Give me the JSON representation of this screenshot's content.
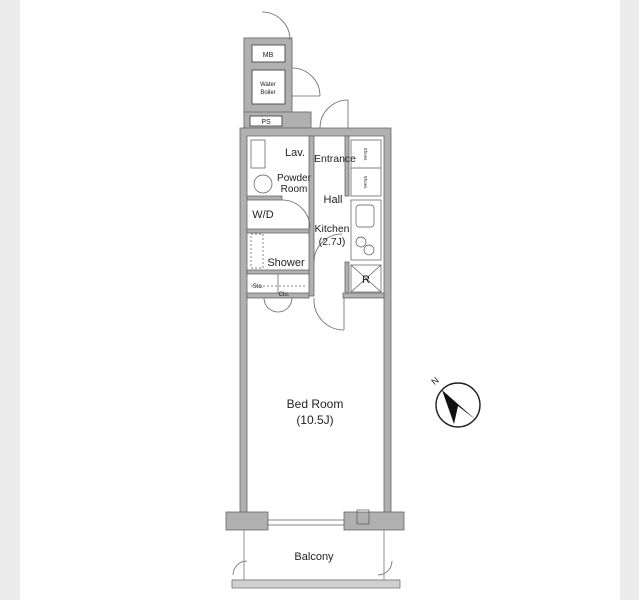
{
  "plan": {
    "rooms": {
      "mb": "MB",
      "water_boiler_1": "Water",
      "water_boiler_2": "Boiler",
      "ps": "PS",
      "lav": "Lav.",
      "powder_1": "Powder",
      "powder_2": "Room",
      "wd": "W/D",
      "shower": "Shower",
      "sto": "Sto.",
      "clo": "Clo.",
      "entrance": "Entrance",
      "hall": "Hall",
      "kitchen": "Kitchen",
      "kitchen_size": "(2.7J)",
      "shoes": "Shoes",
      "fridge": "R",
      "bedroom": "Bed Room",
      "bedroom_size": "(10.5J)",
      "balcony": "Balcony"
    },
    "compass": {
      "north_label": "N"
    },
    "colors": {
      "wall": "#a9a9a9",
      "line": "#555555",
      "text": "#222222"
    }
  }
}
